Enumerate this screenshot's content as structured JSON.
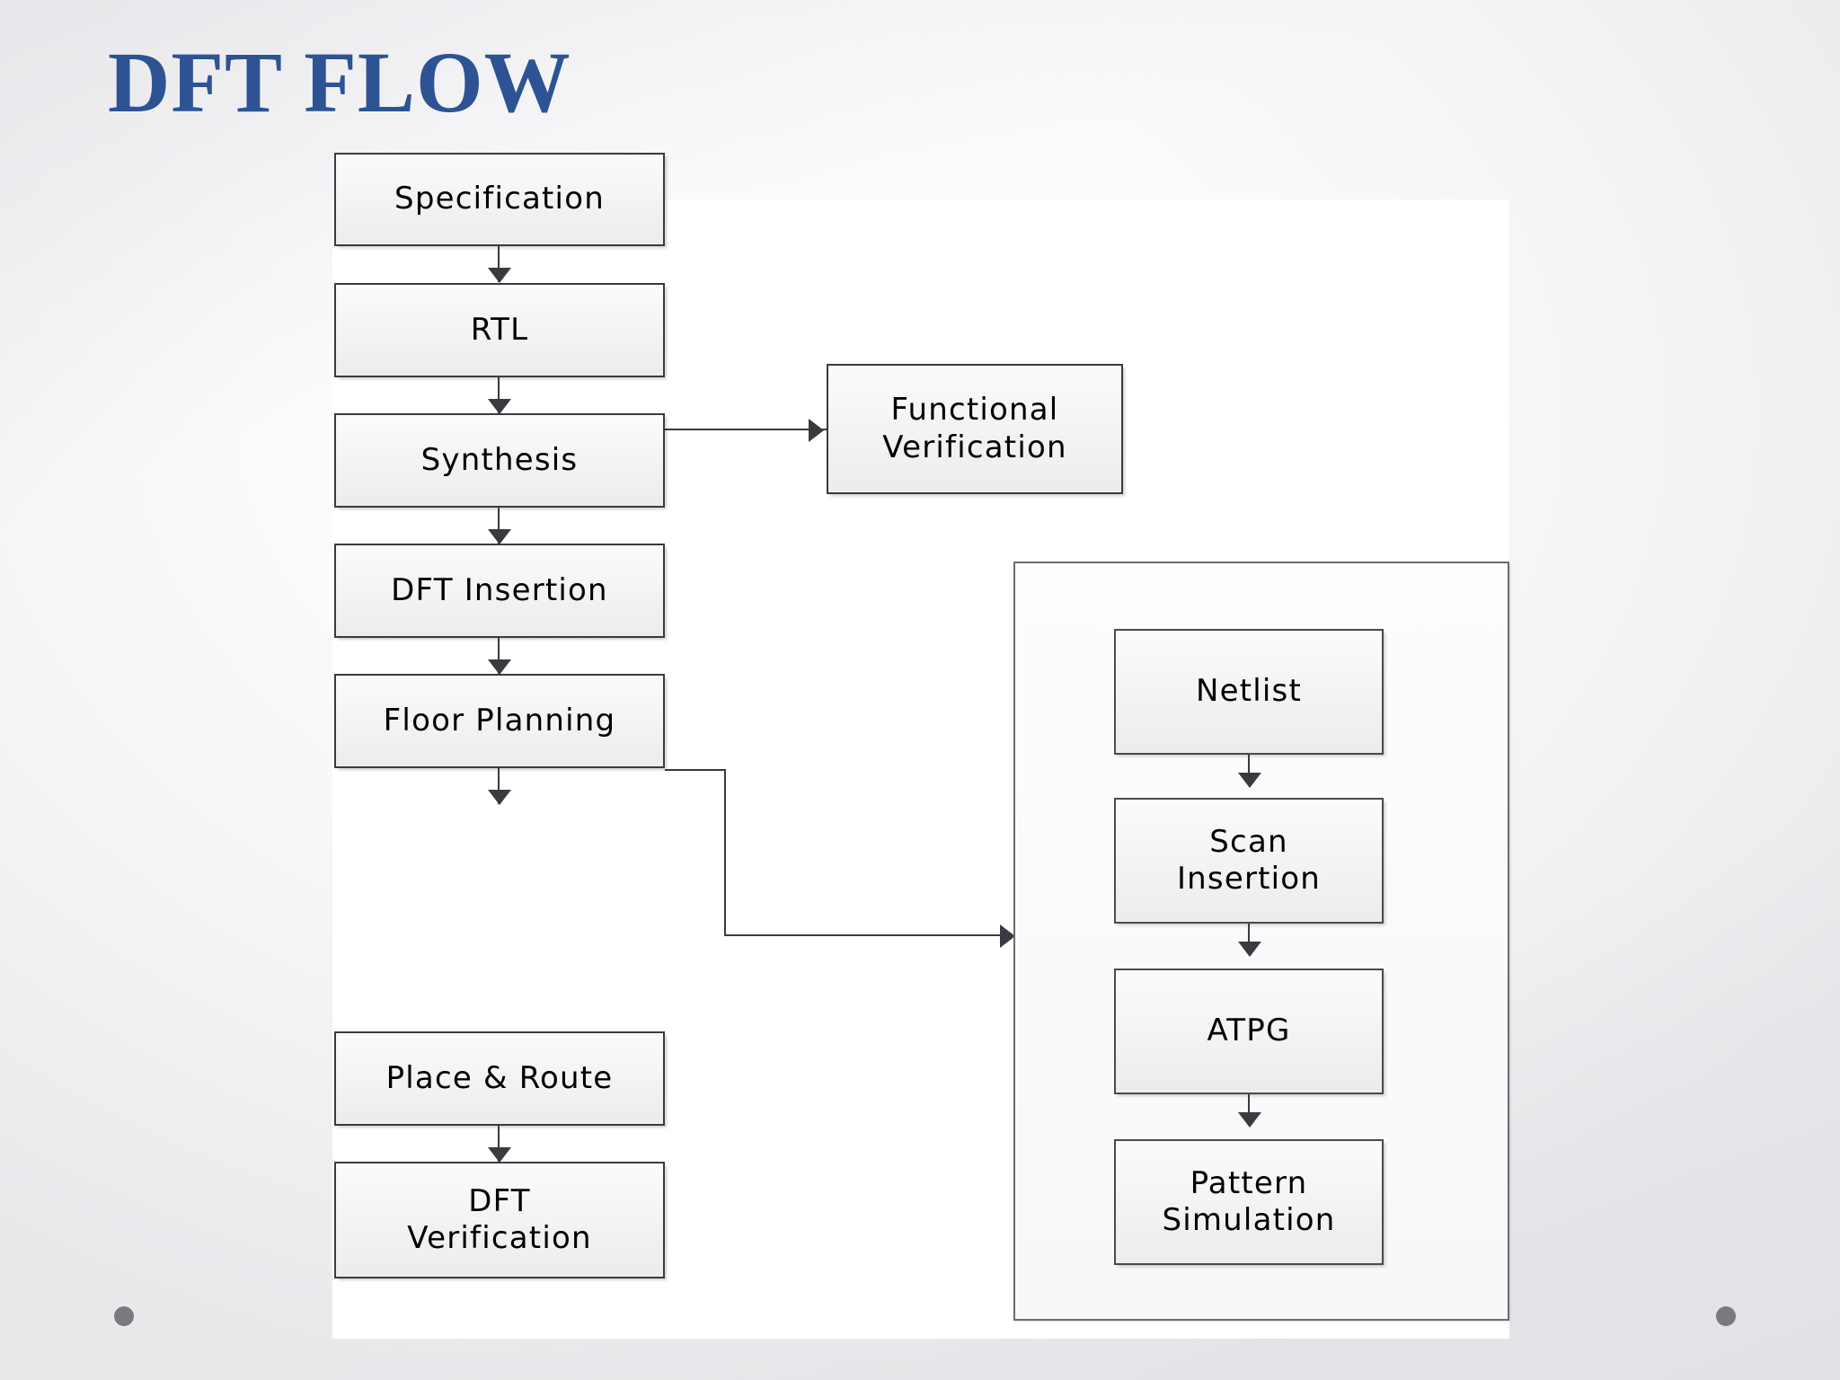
{
  "slide": {
    "title": "DFT FLOW",
    "title_color": "#2D5394",
    "background_color": "#F4F4F6",
    "plate_color": "#FFFFFF",
    "decor_dot_color": "#787A7E"
  },
  "diagram": {
    "type": "flowchart",
    "node_border_color": "#3A3A40",
    "node_fill": "#F2F2F3",
    "connector_color": "#3A3A40",
    "main_flow": [
      {
        "id": "specification",
        "label": "Specification"
      },
      {
        "id": "rtl",
        "label": "RTL"
      },
      {
        "id": "synthesis",
        "label": "Synthesis"
      },
      {
        "id": "dft-insertion",
        "label": "DFT Insertion"
      },
      {
        "id": "floor-planning",
        "label": "Floor Planning"
      },
      {
        "id": "place-and-route",
        "label": "Place & Route"
      },
      {
        "id": "dft-verification",
        "label": "DFT\nVerification"
      }
    ],
    "side_nodes": [
      {
        "id": "functional-verification",
        "label": "Functional\nVerification"
      }
    ],
    "dft_group": {
      "id": "dft-subflow-group",
      "label": "",
      "nodes": [
        {
          "id": "netlist",
          "label": "Netlist"
        },
        {
          "id": "scan-insertion",
          "label": "Scan\nInsertion"
        },
        {
          "id": "atpg",
          "label": "ATPG"
        },
        {
          "id": "pattern-simulation",
          "label": "Pattern\nSimulation"
        }
      ]
    },
    "edges": [
      {
        "from": "specification",
        "to": "rtl",
        "kind": "down"
      },
      {
        "from": "rtl",
        "to": "synthesis",
        "kind": "down"
      },
      {
        "from": "rtl",
        "to": "functional-verification",
        "kind": "right"
      },
      {
        "from": "synthesis",
        "to": "dft-insertion",
        "kind": "down"
      },
      {
        "from": "dft-insertion",
        "to": "floor-planning",
        "kind": "down"
      },
      {
        "from": "dft-insertion",
        "to": "dft-subflow-group",
        "kind": "elbow-right"
      },
      {
        "from": "floor-planning",
        "to": "place-and-route",
        "kind": "down"
      },
      {
        "from": "place-and-route",
        "to": "dft-verification",
        "kind": "down"
      },
      {
        "from": "netlist",
        "to": "scan-insertion",
        "kind": "down"
      },
      {
        "from": "scan-insertion",
        "to": "atpg",
        "kind": "down"
      },
      {
        "from": "atpg",
        "to": "pattern-simulation",
        "kind": "down"
      }
    ]
  }
}
